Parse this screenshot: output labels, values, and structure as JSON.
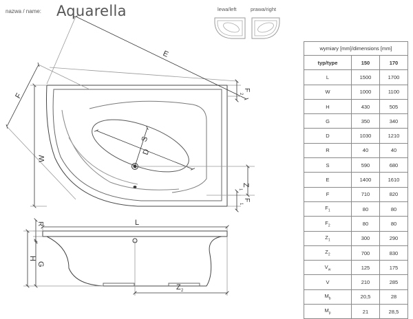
{
  "header": {
    "name_label": "nazwa / name:",
    "product_name": "Aquarella",
    "variant_left_label": "lewa/left",
    "variant_right_label": "prawa/right"
  },
  "drawing_labels": {
    "E": "E",
    "F_top": "F",
    "F1": "F",
    "F1_sub": "1",
    "F2": "F",
    "F2_sub": "2",
    "W": "W",
    "S": "S",
    "D": "D",
    "Z1": "Z",
    "Z1_sub": "1",
    "R": "R",
    "L": "L",
    "H": "H",
    "G": "G",
    "Z2": "Z",
    "Z2_sub": "2"
  },
  "table": {
    "caption": "wymiary [mm]/dimensions [mm]",
    "columns": [
      "typ/type",
      "150",
      "170"
    ],
    "rows": [
      {
        "label": "L",
        "sub": "",
        "v150": "1500",
        "v170": "1700"
      },
      {
        "label": "W",
        "sub": "",
        "v150": "1000",
        "v170": "1100"
      },
      {
        "label": "H",
        "sub": "",
        "v150": "430",
        "v170": "505"
      },
      {
        "label": "G",
        "sub": "",
        "v150": "350",
        "v170": "340"
      },
      {
        "label": "D",
        "sub": "",
        "v150": "1030",
        "v170": "1210"
      },
      {
        "label": "R",
        "sub": "",
        "v150": "40",
        "v170": "40"
      },
      {
        "label": "S",
        "sub": "",
        "v150": "590",
        "v170": "680"
      },
      {
        "label": "E",
        "sub": "",
        "v150": "1400",
        "v170": "1610"
      },
      {
        "label": "F",
        "sub": "",
        "v150": "710",
        "v170": "820"
      },
      {
        "label": "F",
        "sub": "1",
        "v150": "80",
        "v170": "80"
      },
      {
        "label": "F",
        "sub": "2",
        "v150": "80",
        "v170": "80"
      },
      {
        "label": "Z",
        "sub": "1",
        "v150": "300",
        "v170": "290"
      },
      {
        "label": "Z",
        "sub": "2",
        "v150": "700",
        "v170": "830"
      },
      {
        "label": "V",
        "sub": "w",
        "v150": "125",
        "v170": "175"
      },
      {
        "label": "V",
        "sub": "",
        "v150": "210",
        "v170": "285"
      },
      {
        "label": "M",
        "sub": "b",
        "v150": "20,5",
        "v170": "28"
      },
      {
        "label": "M",
        "sub": "p",
        "v150": "21",
        "v170": "28,5"
      }
    ]
  }
}
